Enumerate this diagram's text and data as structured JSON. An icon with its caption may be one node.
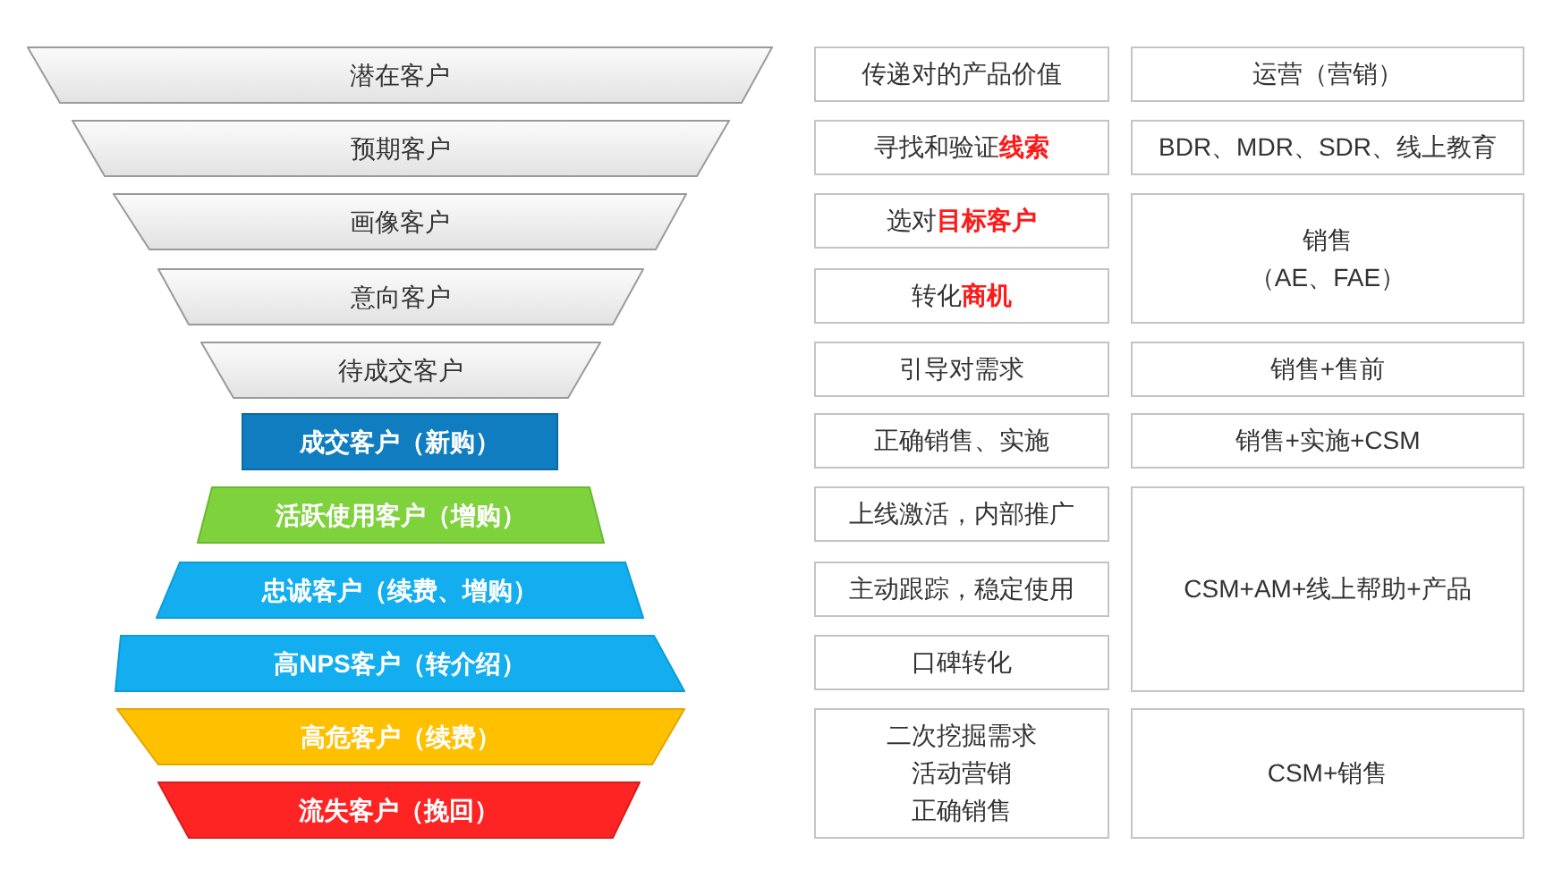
{
  "diagram": {
    "nodes": [
      {
        "text": [
          "潜在客户"
        ]
      },
      {
        "text": [
          "预期客户"
        ]
      },
      {
        "text": [
          "画像客户"
        ]
      },
      {
        "text": [
          "意向客户"
        ]
      },
      {
        "text": [
          "待成交客户"
        ]
      },
      {
        "text": [
          "成交客户（新购）"
        ]
      },
      {
        "text": [
          "活跃使用客户（增购）"
        ]
      },
      {
        "text": [
          "忠诚客户（续费、增购）"
        ]
      },
      {
        "text": [
          "高NPS客户（转介绍）"
        ]
      },
      {
        "text": [
          "高危客户（续费）"
        ]
      },
      {
        "text": [
          "流失客户（挽回）"
        ]
      },
      {
        "text": [
          "传递对的产品价值"
        ]
      },
      {
        "text": [
          "寻找和验证**线索**"
        ]
      },
      {
        "text": [
          "选对**目标客户**"
        ]
      },
      {
        "text": [
          "转化**商机**"
        ]
      },
      {
        "text": [
          "引导对需求"
        ]
      },
      {
        "text": [
          "正确销售、实施"
        ]
      },
      {
        "text": [
          "上线激活，内部推广"
        ]
      },
      {
        "text": [
          "主动跟踪，稳定使用"
        ]
      },
      {
        "text": [
          "口碑转化"
        ]
      },
      {
        "text": [
          "二次挖掘需求",
          "活动营销",
          "正确销售"
        ]
      },
      {
        "text": [
          "运营（营销）"
        ]
      },
      {
        "text": [
          "BDR、MDR、SDR、线上教育"
        ]
      },
      {
        "text": [
          "销售",
          "（AE、FAE）"
        ]
      },
      {
        "text": [
          "销售+售前"
        ]
      },
      {
        "text": [
          "销售+实施+CSM"
        ]
      },
      {
        "text": [
          "CSM+AM+线上帮助+产品"
        ]
      },
      {
        "text": [
          "CSM+销售"
        ]
      }
    ]
  }
}
